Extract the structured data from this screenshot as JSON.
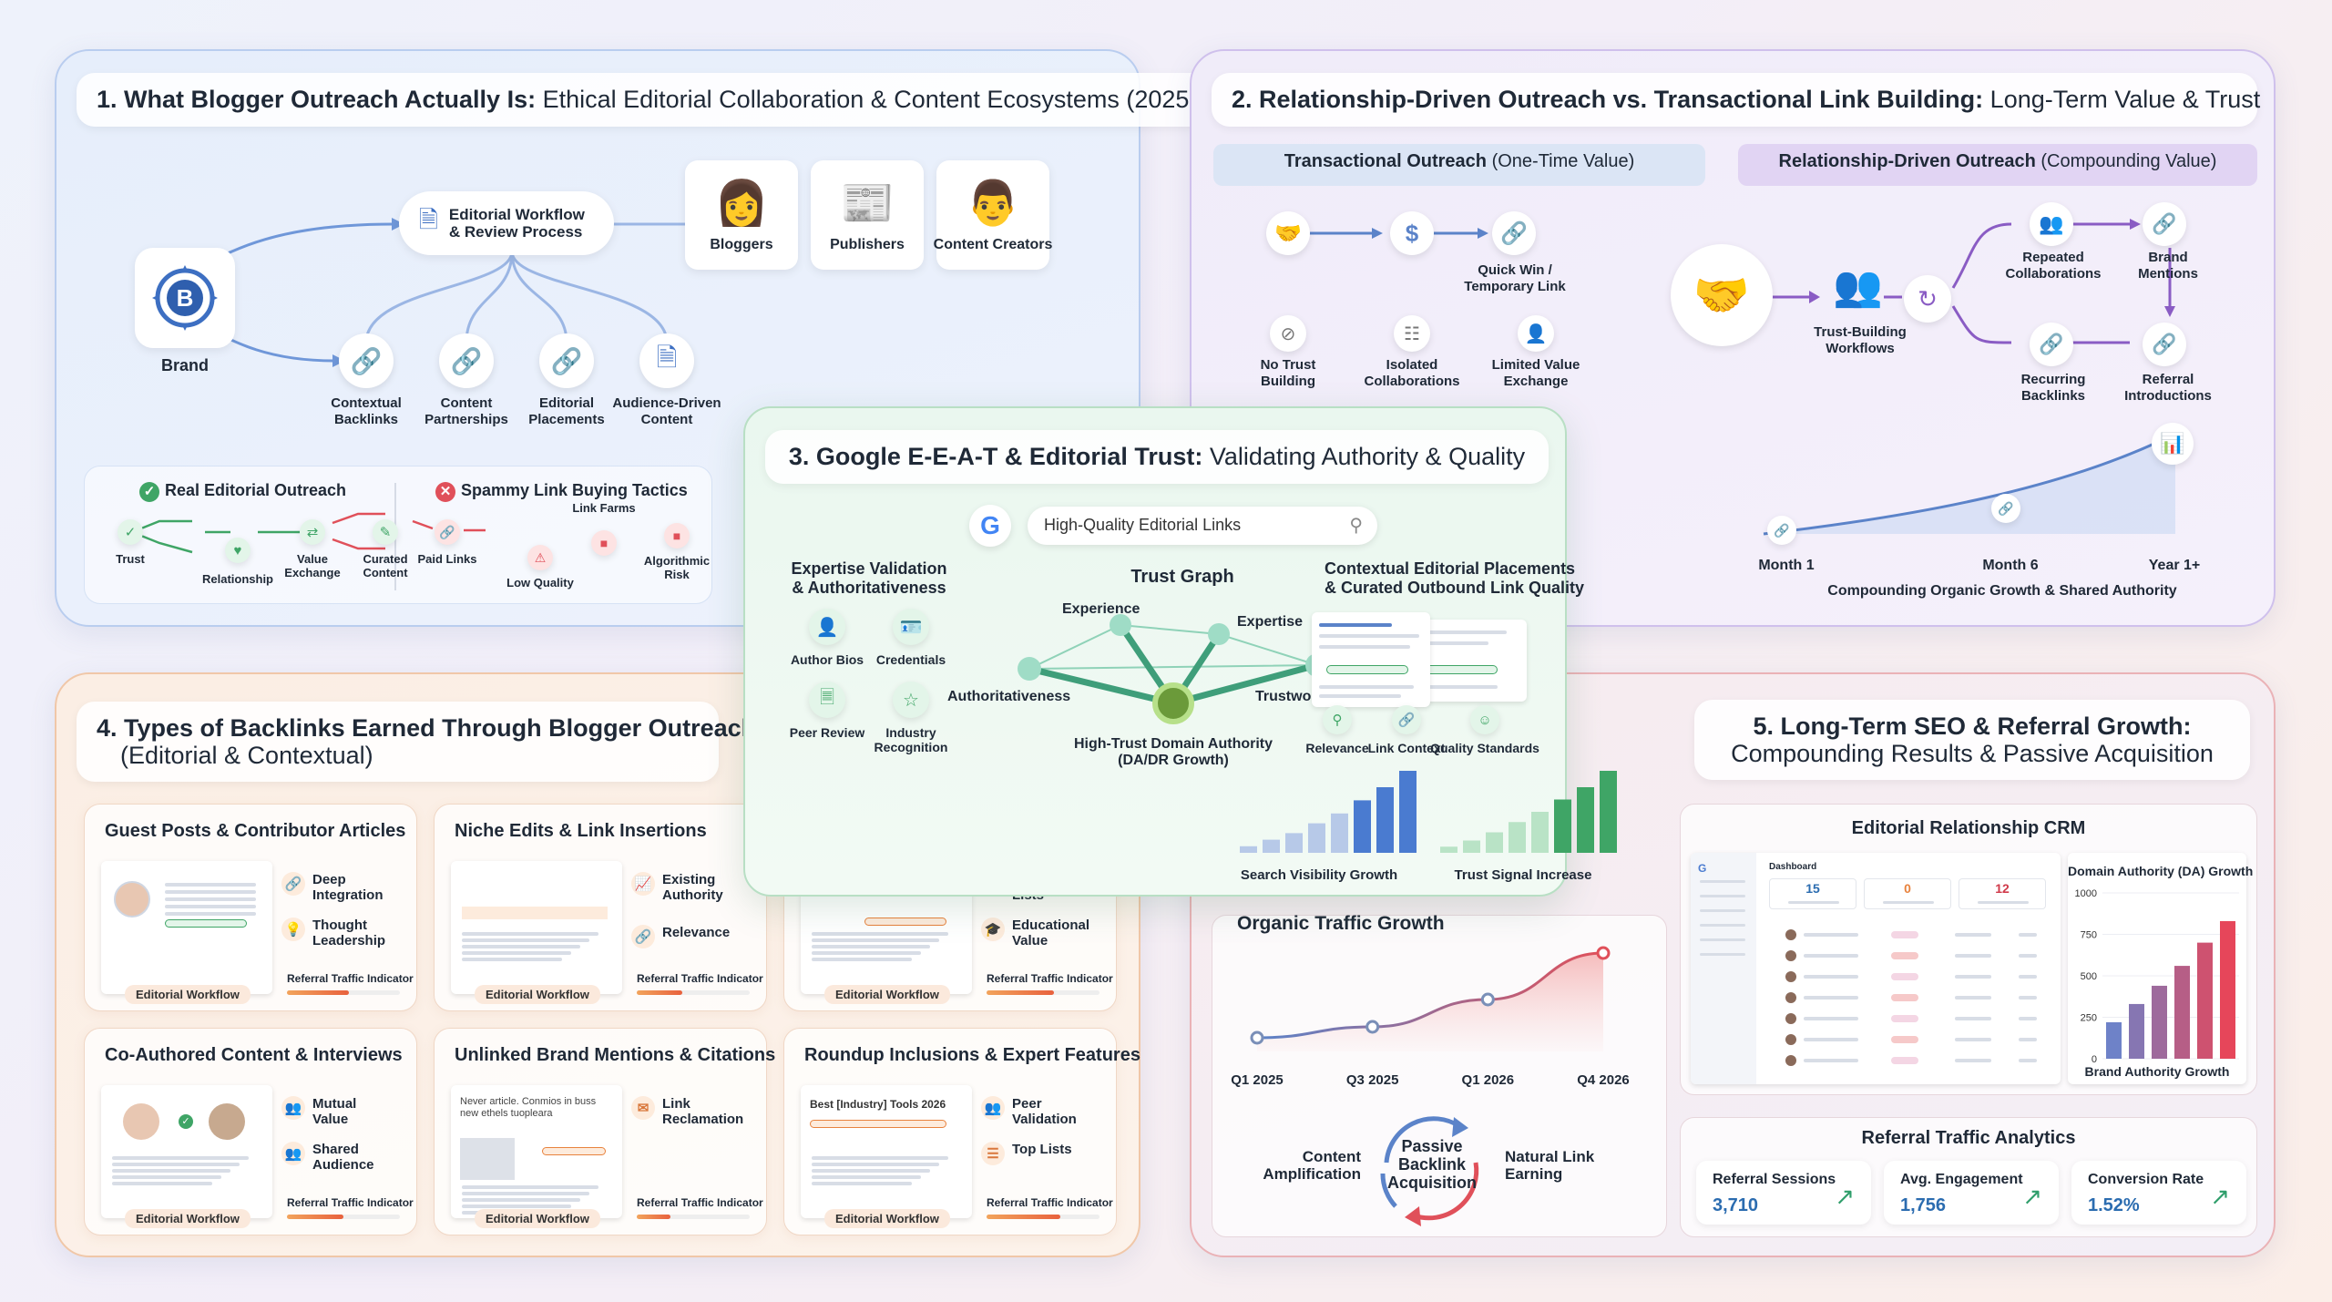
{
  "colors": {
    "blue": "#4a7bd0",
    "purple": "#8a5cc4",
    "green": "#3fa566",
    "red": "#e0505a",
    "orange": "#e8823d"
  },
  "p1": {
    "title_bold": "1. What Blogger Outreach Actually Is:",
    "title_rest": " Ethical Editorial Collaboration & Content Ecosystems (2025-2026)",
    "brand": "Brand",
    "workflow": "Editorial Workflow\n& Review Process",
    "roles": [
      {
        "label": "Bloggers",
        "icon": "blogger-icon"
      },
      {
        "label": "Publishers",
        "icon": "publisher-icon"
      },
      {
        "label": "Content Creators",
        "icon": "creator-icon"
      }
    ],
    "outputs": [
      {
        "label": "Contextual\nBacklinks",
        "icon": "link-icon"
      },
      {
        "label": "Content\nPartnerships",
        "icon": "link-icon"
      },
      {
        "label": "Editorial\nPlacements",
        "icon": "link-icon"
      },
      {
        "label": "Audience-Driven\nContent",
        "icon": "document-icon"
      }
    ],
    "real_title": "Real Editorial Outreach",
    "real_steps": [
      "Trust",
      "Relationship",
      "Value\nExchange",
      "Curated\nContent"
    ],
    "spam_title": "Spammy Link Buying Tactics",
    "spam_steps": [
      "Paid Links",
      "Low Quality",
      "Link Farms",
      "Algorithmic\nRisk"
    ]
  },
  "p2": {
    "title_bold": "2. Relationship-Driven Outreach vs. Transactional Link Building:",
    "title_rest": " Long-Term Value & Trust",
    "trans_bold": "Transactional Outreach",
    "trans_rest": " (One-Time Value)",
    "rel_bold": "Relationship-Driven Outreach",
    "rel_rest": " (Compounding Value)",
    "quick_win": "Quick Win /\nTemporary Link",
    "trans_neg": [
      "No Trust\nBuilding",
      "Isolated\nCollaborations",
      "Limited Value\nExchange"
    ],
    "trust_workflows": "Trust-Building\nWorkflows",
    "cycle": [
      "Repeated\nCollaborations",
      "Brand\nMentions",
      "Referral\nIntroductions",
      "Recurring\nBacklinks"
    ],
    "timeline": [
      "Month 1",
      "Month 6",
      "Year 1+"
    ],
    "timeline_caption": "Compounding Organic Growth & Shared Authority"
  },
  "p3": {
    "title_bold": "3. Google E-E-A-T & Editorial Trust:",
    "title_rest": " Validating Authority & Quality",
    "search_value": "High-Quality Editorial Links",
    "expertise_title": "Expertise Validation\n& Authoritativeness",
    "expertise_items": [
      "Author Bios",
      "Credentials",
      "Peer Review",
      "Industry\nRecognition"
    ],
    "graph_title": "Trust Graph",
    "graph_nodes": [
      "Experience",
      "Expertise",
      "Authoritativeness",
      "Trustworthiness"
    ],
    "graph_center": "High-Trust Domain Authority\n(DA/DR Growth)",
    "contextual_title": "Contextual Editorial Placements\n& Curated Outbound Link Quality",
    "contextual_items": [
      "Relevance",
      "Link Context",
      "Quality Standards"
    ],
    "bar_labels": [
      "Search Visibility Growth",
      "Trust Signal Increase"
    ]
  },
  "chart_visibility": {
    "type": "bar",
    "values": [
      2,
      4,
      6,
      9,
      12,
      16,
      20,
      25
    ]
  },
  "chart_trust": {
    "type": "bar",
    "values": [
      3,
      6,
      10,
      15,
      20,
      26,
      32,
      40
    ]
  },
  "p4": {
    "title_bold": "4. Types of Backlinks Earned Through Blogger Outreach",
    "title_rest": "(Editorial & Contextual)",
    "workflow_badge": "Editorial Workflow",
    "rti_label": "Referral Traffic Indicator",
    "cards": [
      {
        "title": "Guest Posts & Contributor Articles",
        "f1": "Deep\nIntegration",
        "f2": "Thought\nLeadership",
        "rti": 0.55
      },
      {
        "title": "Niche Edits & Link Insertions",
        "f1": "Existing\nAuthority",
        "f2": "Relevance",
        "rti": 0.4
      },
      {
        "title": "Resource Page Links",
        "f1": "Curated\nLists",
        "f2": "Educational\nValue",
        "rti": 0.6
      },
      {
        "title": "Co-Authored Content & Interviews",
        "f1": "Mutual\nValue",
        "f2": "Shared\nAudience",
        "rti": 0.5
      },
      {
        "title": "Unlinked Brand Mentions & Citations",
        "f1": "Link\nReclamation",
        "f2": "",
        "rti": 0.3
      },
      {
        "title": "Roundup Inclusions & Expert Features",
        "f1": "Peer\nValidation",
        "f2": "Top Lists",
        "rti": 0.65
      }
    ],
    "mention_text": "Never article. Conmios in buss\nnew ethels tuopleara",
    "roundup_text": "Best [Industry] Tools 2026"
  },
  "p5": {
    "title_bold": "5. Long-Term SEO & Referral Growth:",
    "title_rest": "Compounding Results & Passive Acquisition",
    "crm_title": "Editorial Relationship CRM",
    "crm_header": "Dashboard",
    "crm_stats": [
      {
        "v": "15",
        "c": "#2b6cb0"
      },
      {
        "v": "0",
        "c": "#e8823d"
      },
      {
        "v": "12",
        "c": "#d03a4a"
      }
    ],
    "da_title": "Domain Authority (DA) Growth",
    "da_caption": "Brand Authority Growth",
    "organic_title": "Organic Traffic Growth",
    "cycle_center": "Passive\nBacklink\nAcquisition",
    "cycle_left": "Content\nAmplification",
    "cycle_right": "Natural Link\nEarning",
    "analytics_title": "Referral Traffic Analytics",
    "analytics": [
      {
        "t": "Referral Sessions",
        "v": "3,710"
      },
      {
        "t": "Avg. Engagement",
        "v": "1,756"
      },
      {
        "t": "Conversion Rate",
        "v": "1.52%"
      }
    ]
  },
  "chart_da": {
    "type": "bar",
    "yticks": [
      "1000",
      "750",
      "500",
      "250",
      "0"
    ],
    "ylim": [
      0,
      1000
    ],
    "values": [
      220,
      330,
      440,
      560,
      700,
      830
    ]
  },
  "chart_organic": {
    "type": "line",
    "x": [
      "Q1 2025",
      "Q3 2025",
      "Q1 2026",
      "Q4 2026"
    ],
    "values": [
      10,
      18,
      38,
      72
    ],
    "ylim": [
      0,
      80
    ]
  }
}
